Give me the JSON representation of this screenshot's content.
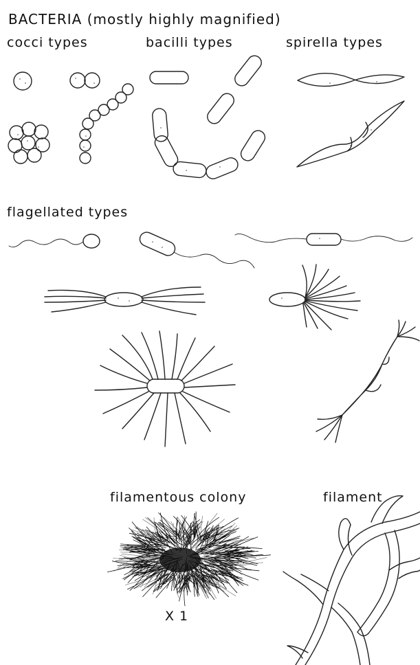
{
  "labels": {
    "title": "BACTERIA (mostly highly magnified)",
    "cocci": "cocci types",
    "bacilli": "bacilli types",
    "spirella": "spirella types",
    "flagellated": "flagellated types",
    "colony": "filamentous colony",
    "filament": "filament",
    "scale": "X 1"
  }
}
